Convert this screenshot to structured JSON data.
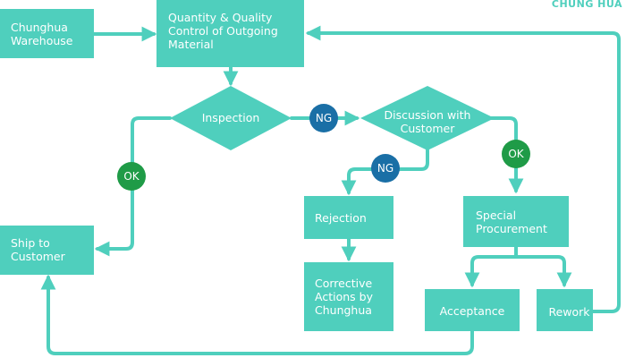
{
  "brand": "CHUNG HUA",
  "colors": {
    "node": "#4fcfbd",
    "line": "#4fcfbd",
    "ng_badge": "#1a6fa6",
    "ok_badge": "#1f9b47",
    "text": "#ffffff"
  },
  "nodes": {
    "warehouse": [
      "Chunghua",
      "Warehouse"
    ],
    "quality_control": [
      "Quantity & Quality",
      "Control of Outgoing",
      "Material"
    ],
    "inspection": [
      "Inspection"
    ],
    "discussion": [
      "Discussion with",
      "Customer"
    ],
    "ship": [
      "Ship to",
      "Customer"
    ],
    "rejection": [
      "Rejection"
    ],
    "corrective": [
      "Corrective",
      "Actions by",
      "Chunghua"
    ],
    "special": [
      "Special",
      "Procurement"
    ],
    "acceptance": [
      "Acceptance"
    ],
    "rework": [
      "Rework"
    ]
  },
  "badges": {
    "ng_inspection": "NG",
    "ng_discussion": "NG",
    "ok_inspection": "OK",
    "ok_discussion": "OK"
  }
}
